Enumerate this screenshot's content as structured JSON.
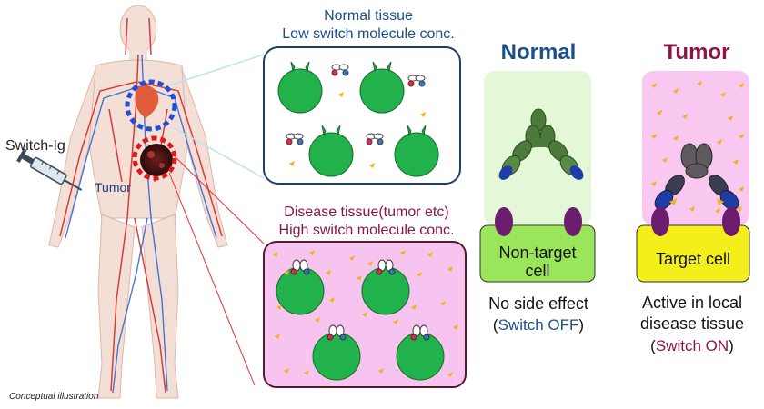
{
  "labels": {
    "normal_tissue_line1": "Normal tissue",
    "normal_tissue_line2": "Low switch molecule conc.",
    "disease_tissue_line1": "Disease tissue(tumor etc)",
    "disease_tissue_line2": "High switch molecule conc.",
    "switch_ig": "Switch-Ig",
    "tumor_small": "Tumor",
    "caption": "Conceptual illustration",
    "normal_header": "Normal",
    "tumor_header": "Tumor",
    "nontarget_line1": "Non-target",
    "nontarget_line2": "cell",
    "target_cell": "Target cell",
    "no_side_effect": "No side effect",
    "switch_off_open": "(",
    "switch_off": "Switch OFF",
    "switch_off_close": ")",
    "active_line1": "Active in local",
    "active_line2": "disease tissue",
    "switch_on_open": "(",
    "switch_on": "Switch ON",
    "switch_on_close": ")"
  },
  "colors": {
    "normal_blue": "#1a4f8b",
    "tumor_magenta": "#8b1446",
    "cell_green": "#22b24c",
    "normal_bg": "#e4f7d6",
    "tumor_bg": "#f8c8f0",
    "nontarget_cell": "#9be55a",
    "target_cell": "#f4ee1a",
    "receptor_purple": "#6c1d6e",
    "switch_molecule": "#f0b323"
  }
}
